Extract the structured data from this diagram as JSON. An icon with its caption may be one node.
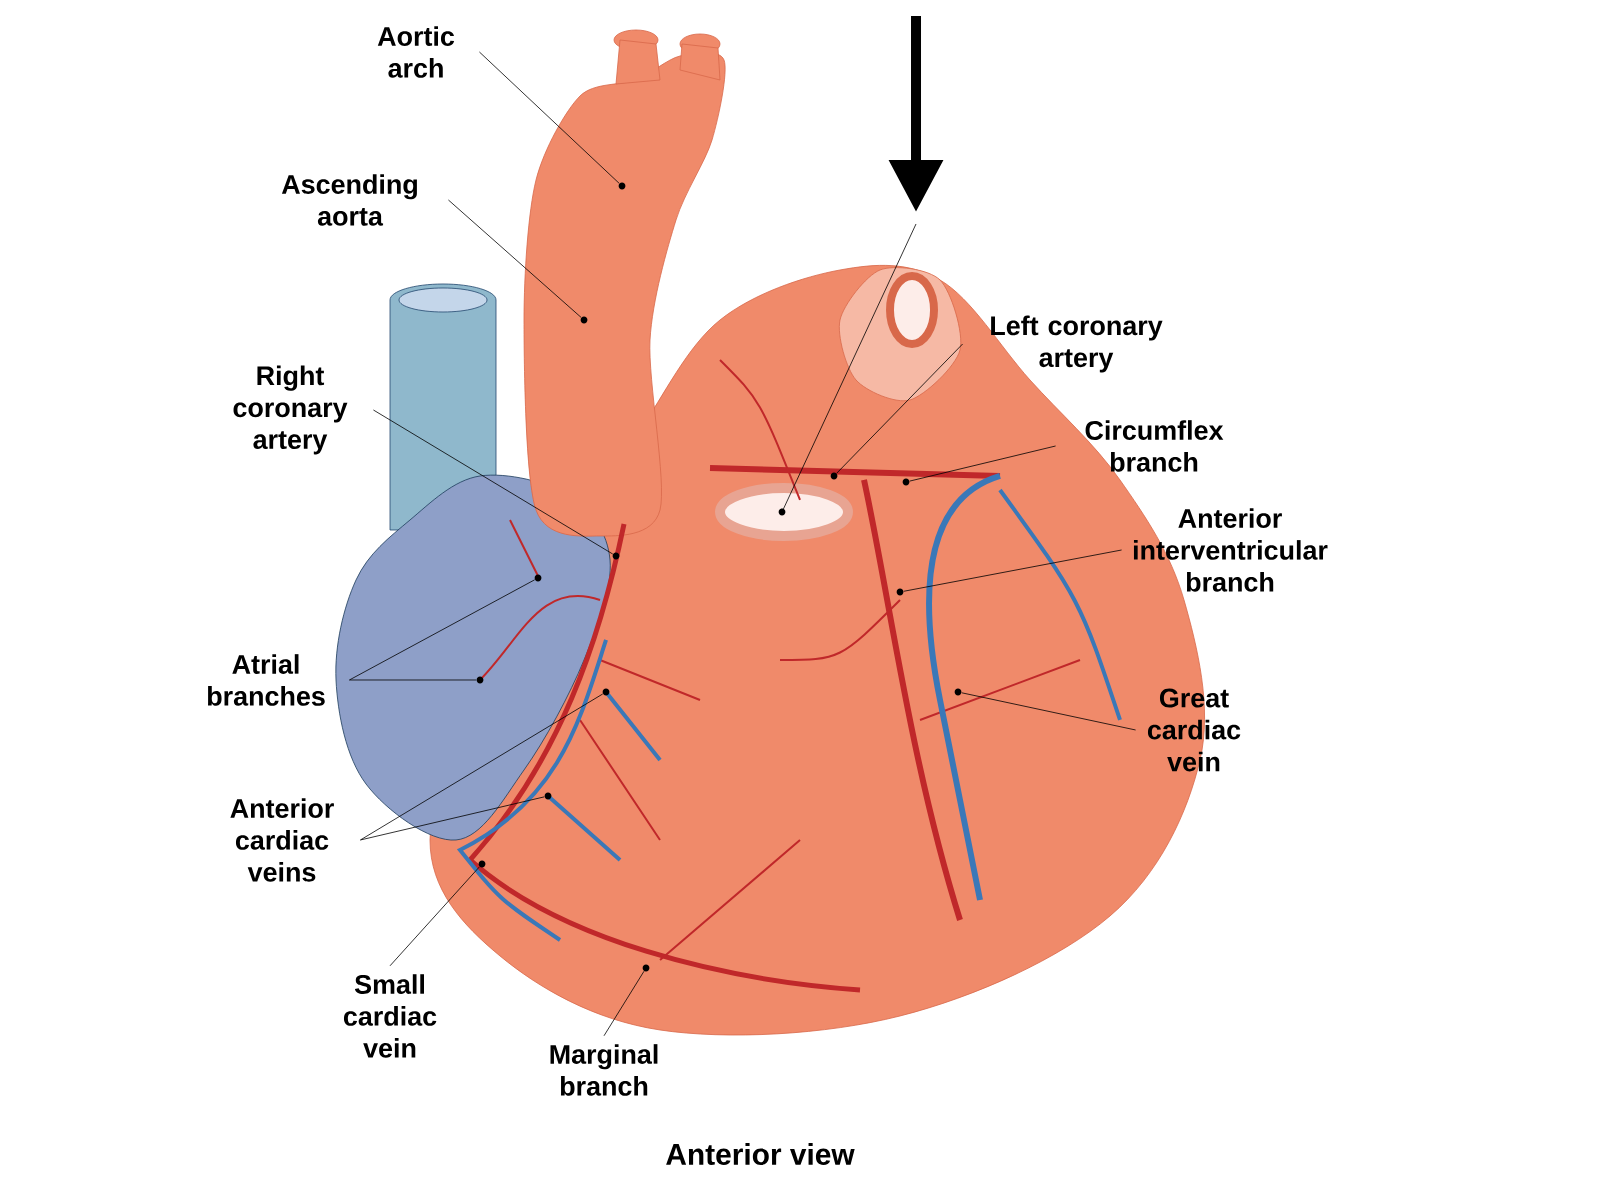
{
  "diagram": {
    "caption": "Anterior view",
    "nodes": [
      {
        "text": [
          "Aortic arch"
        ]
      },
      {
        "text": [
          "Ascending aorta"
        ]
      },
      {
        "text": [
          "Right coronary artery"
        ]
      },
      {
        "text": [
          "Atrial branches"
        ]
      },
      {
        "text": [
          "Anterior cardiac veins"
        ]
      },
      {
        "text": [
          "Small cardiac vein"
        ]
      },
      {
        "text": [
          "Marginal branch"
        ]
      },
      {
        "text": [
          "Left coronary artery"
        ]
      },
      {
        "text": [
          "Circumflex branch"
        ]
      },
      {
        "text": [
          "Anterior interventricular branch"
        ]
      },
      {
        "text": [
          "Great cardiac vein"
        ]
      },
      {
        "text": [],
        "shape": "dot"
      },
      {
        "text": [],
        "shape": "dot"
      },
      {
        "text": [],
        "shape": "dot"
      },
      {
        "text": [],
        "shape": "dot"
      },
      {
        "text": [],
        "shape": "dot"
      },
      {
        "text": [],
        "shape": "dot"
      },
      {
        "text": [],
        "shape": "dot"
      },
      {
        "text": [],
        "shape": "dot"
      },
      {
        "text": [],
        "shape": "dot"
      },
      {
        "text": [],
        "shape": "dot"
      },
      {
        "text": [],
        "shape": "dot"
      },
      {
        "text": [],
        "shape": "dot"
      },
      {
        "text": [],
        "shape": "dot"
      }
    ],
    "edges": [
      {
        "from": 0,
        "to": 11,
        "arrow": "none"
      },
      {
        "from": 1,
        "to": 12,
        "arrow": "none"
      },
      {
        "from": 2,
        "to": 13,
        "arrow": "none"
      },
      {
        "from": 3,
        "to": 14,
        "arrow": "none"
      },
      {
        "from": 3,
        "to": 15,
        "arrow": "none"
      },
      {
        "from": 4,
        "to": 16,
        "arrow": "none"
      },
      {
        "from": 4,
        "to": 17,
        "arrow": "none"
      },
      {
        "from": 5,
        "to": 18,
        "arrow": "none"
      },
      {
        "from": 6,
        "to": 19,
        "arrow": "none"
      },
      {
        "from": 7,
        "to": 20,
        "arrow": "none"
      },
      {
        "from": 8,
        "to": 21,
        "arrow": "none"
      },
      {
        "from": 9,
        "to": 22,
        "arrow": "none"
      },
      {
        "from": 10,
        "to": 23,
        "arrow": "none"
      }
    ]
  }
}
